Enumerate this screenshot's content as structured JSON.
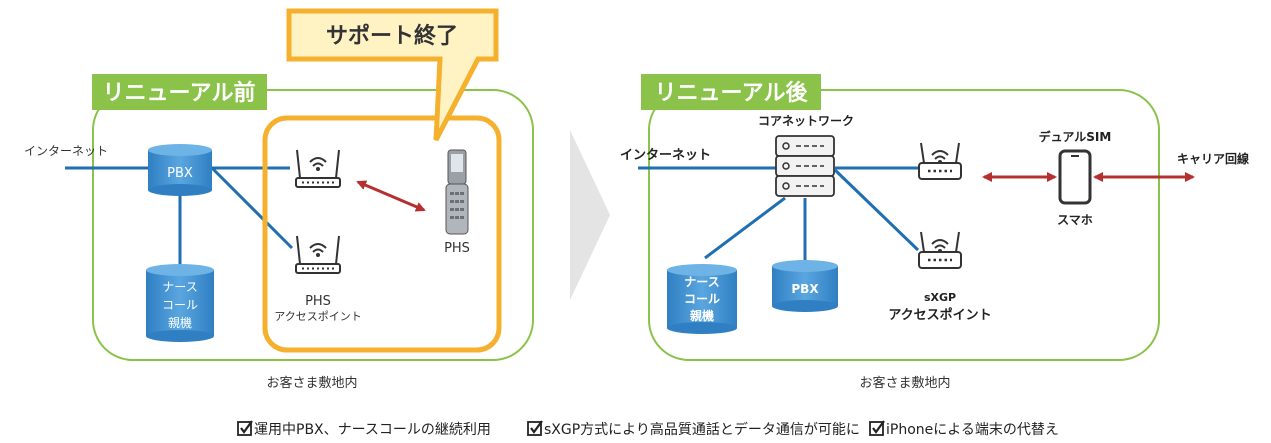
{
  "before": {
    "tag": "リニューアル前",
    "internet": "インターネット",
    "pbx": "PBX",
    "nursecall": [
      "ナース",
      "コール",
      "親機"
    ],
    "ap_title": "PHS",
    "ap_sub": "アクセスポイント",
    "phs": "PHS",
    "premises": "お客さま敷地内"
  },
  "callout": {
    "text": "サポート終了"
  },
  "after": {
    "tag": "リニューアル後",
    "core": "コアネットワーク",
    "internet": "インターネット",
    "nursecall": [
      "ナース",
      "コール",
      "親機"
    ],
    "pbx": "PBX",
    "dual": "デュアルSIM",
    "carrier": "キャリア回線",
    "smartphone": "スマホ",
    "sxgp_title": "sXGP",
    "sxgp_sub": "アクセスポイント",
    "premises": "お客さま敷地内"
  },
  "benefits": [
    "運用中PBX、ナースコールの継続利用",
    "sXGP方式により高品質通話とデータ通信が可能に",
    "iPhoneによる端末の代替え"
  ],
  "colors": {
    "green": "#8bc34a",
    "green_border": "#8bc34a",
    "orange": "#f5b02e",
    "callout_fill": "#fff3c4",
    "blue": "#1f6fb2",
    "red": "#b5302f",
    "db_blue": "#3d8fd0",
    "gray_arrow": "#e4e4e4"
  },
  "icons": [
    "wifi-router-icon",
    "flip-phone-icon",
    "server-icon",
    "smartphone-icon",
    "database-icon",
    "checkbox-icon"
  ]
}
